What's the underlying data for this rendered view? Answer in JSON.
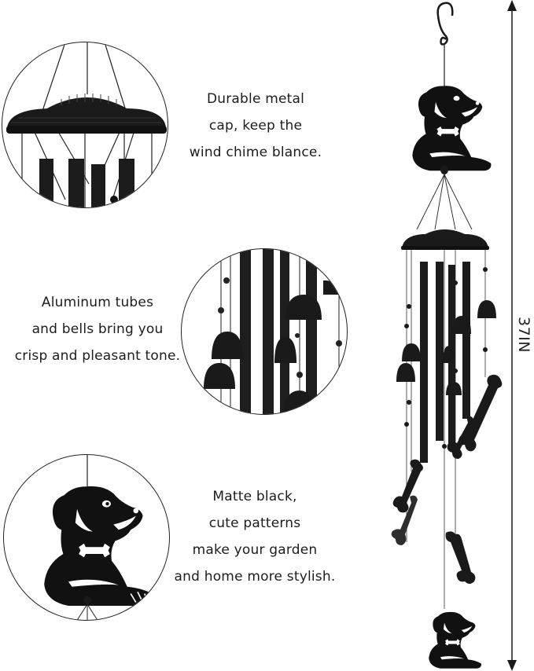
{
  "features": [
    {
      "id": "cap",
      "inset": "metal-cap-closeup",
      "lines": [
        "Durable metal",
        "cap, keep the",
        "wind chime blance."
      ]
    },
    {
      "id": "tubes",
      "inset": "tubes-and-bells-closeup",
      "lines": [
        "Aluminum tubes",
        "and bells bring you",
        "crisp and pleasant tone."
      ]
    },
    {
      "id": "pattern",
      "inset": "dog-pattern-closeup",
      "lines": [
        "Matte black,",
        "cute patterns",
        "make your garden",
        "and home more stylish."
      ]
    }
  ],
  "dimension": {
    "label": "37IN",
    "color": "#555555"
  },
  "colors": {
    "product": "#151515",
    "background": "#ffffff",
    "text": "#1c1c1c"
  }
}
